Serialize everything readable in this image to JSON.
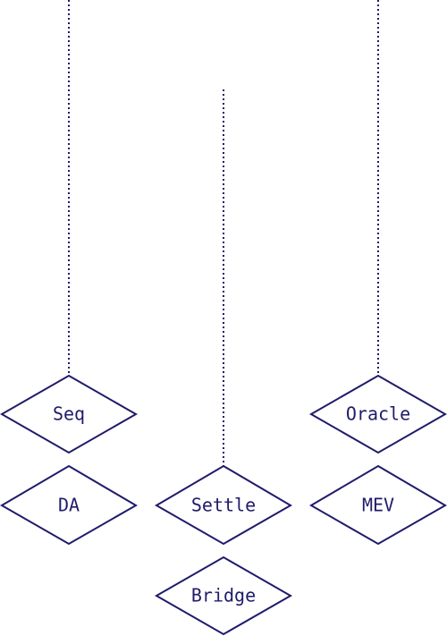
{
  "nodes": {
    "seq": {
      "label": "Seq"
    },
    "oracle": {
      "label": "Oracle"
    },
    "da": {
      "label": "DA"
    },
    "settle": {
      "label": "Settle"
    },
    "mev": {
      "label": "MEV"
    },
    "bridge": {
      "label": "Bridge"
    }
  },
  "colors": {
    "stroke": "#1f1b6b",
    "background": "#ffffff"
  }
}
